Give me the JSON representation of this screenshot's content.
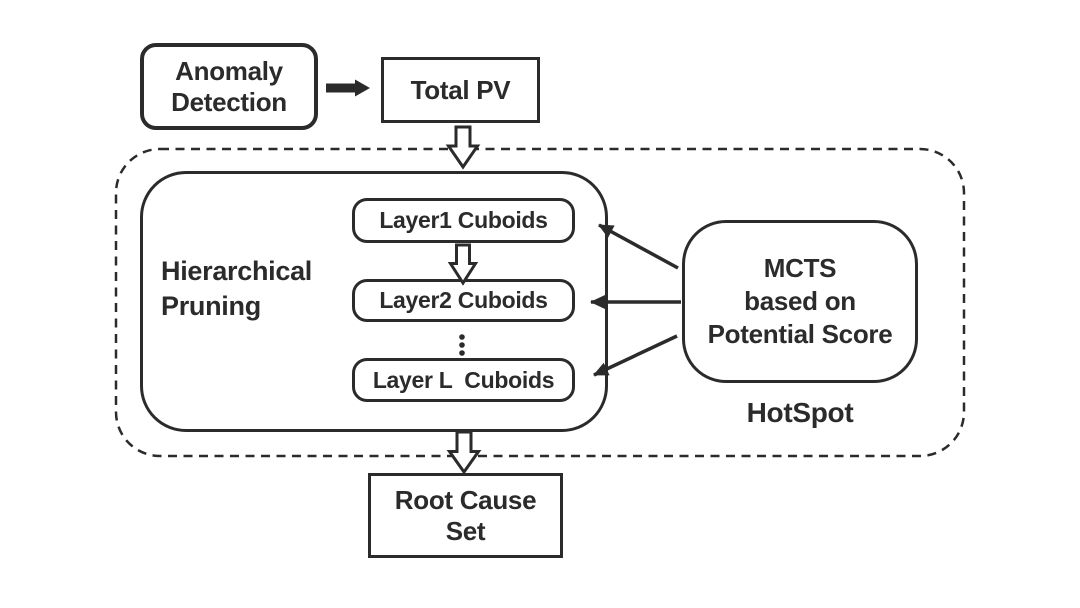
{
  "colors": {
    "stroke": "#2b2b2b",
    "text": "#2b2b2b",
    "background": "#ffffff"
  },
  "nodes": {
    "anomaly_detection": {
      "line1": "Anomaly",
      "line2": "Detection"
    },
    "total_pv": {
      "label": "Total PV"
    },
    "hierarchical_pruning": {
      "line1": "Hierarchical",
      "line2": "Pruning"
    },
    "layer1": {
      "label": "Layer1 Cuboids"
    },
    "layer2": {
      "label": "Layer2 Cuboids"
    },
    "layer_l": {
      "label": "Layer L  Cuboids"
    },
    "mcts": {
      "line1": "MCTS",
      "line2": "based on",
      "line3": "Potential Score"
    },
    "hotspot": {
      "label": "HotSpot"
    },
    "root_cause": {
      "line1": "Root Cause",
      "line2": "Set"
    }
  }
}
